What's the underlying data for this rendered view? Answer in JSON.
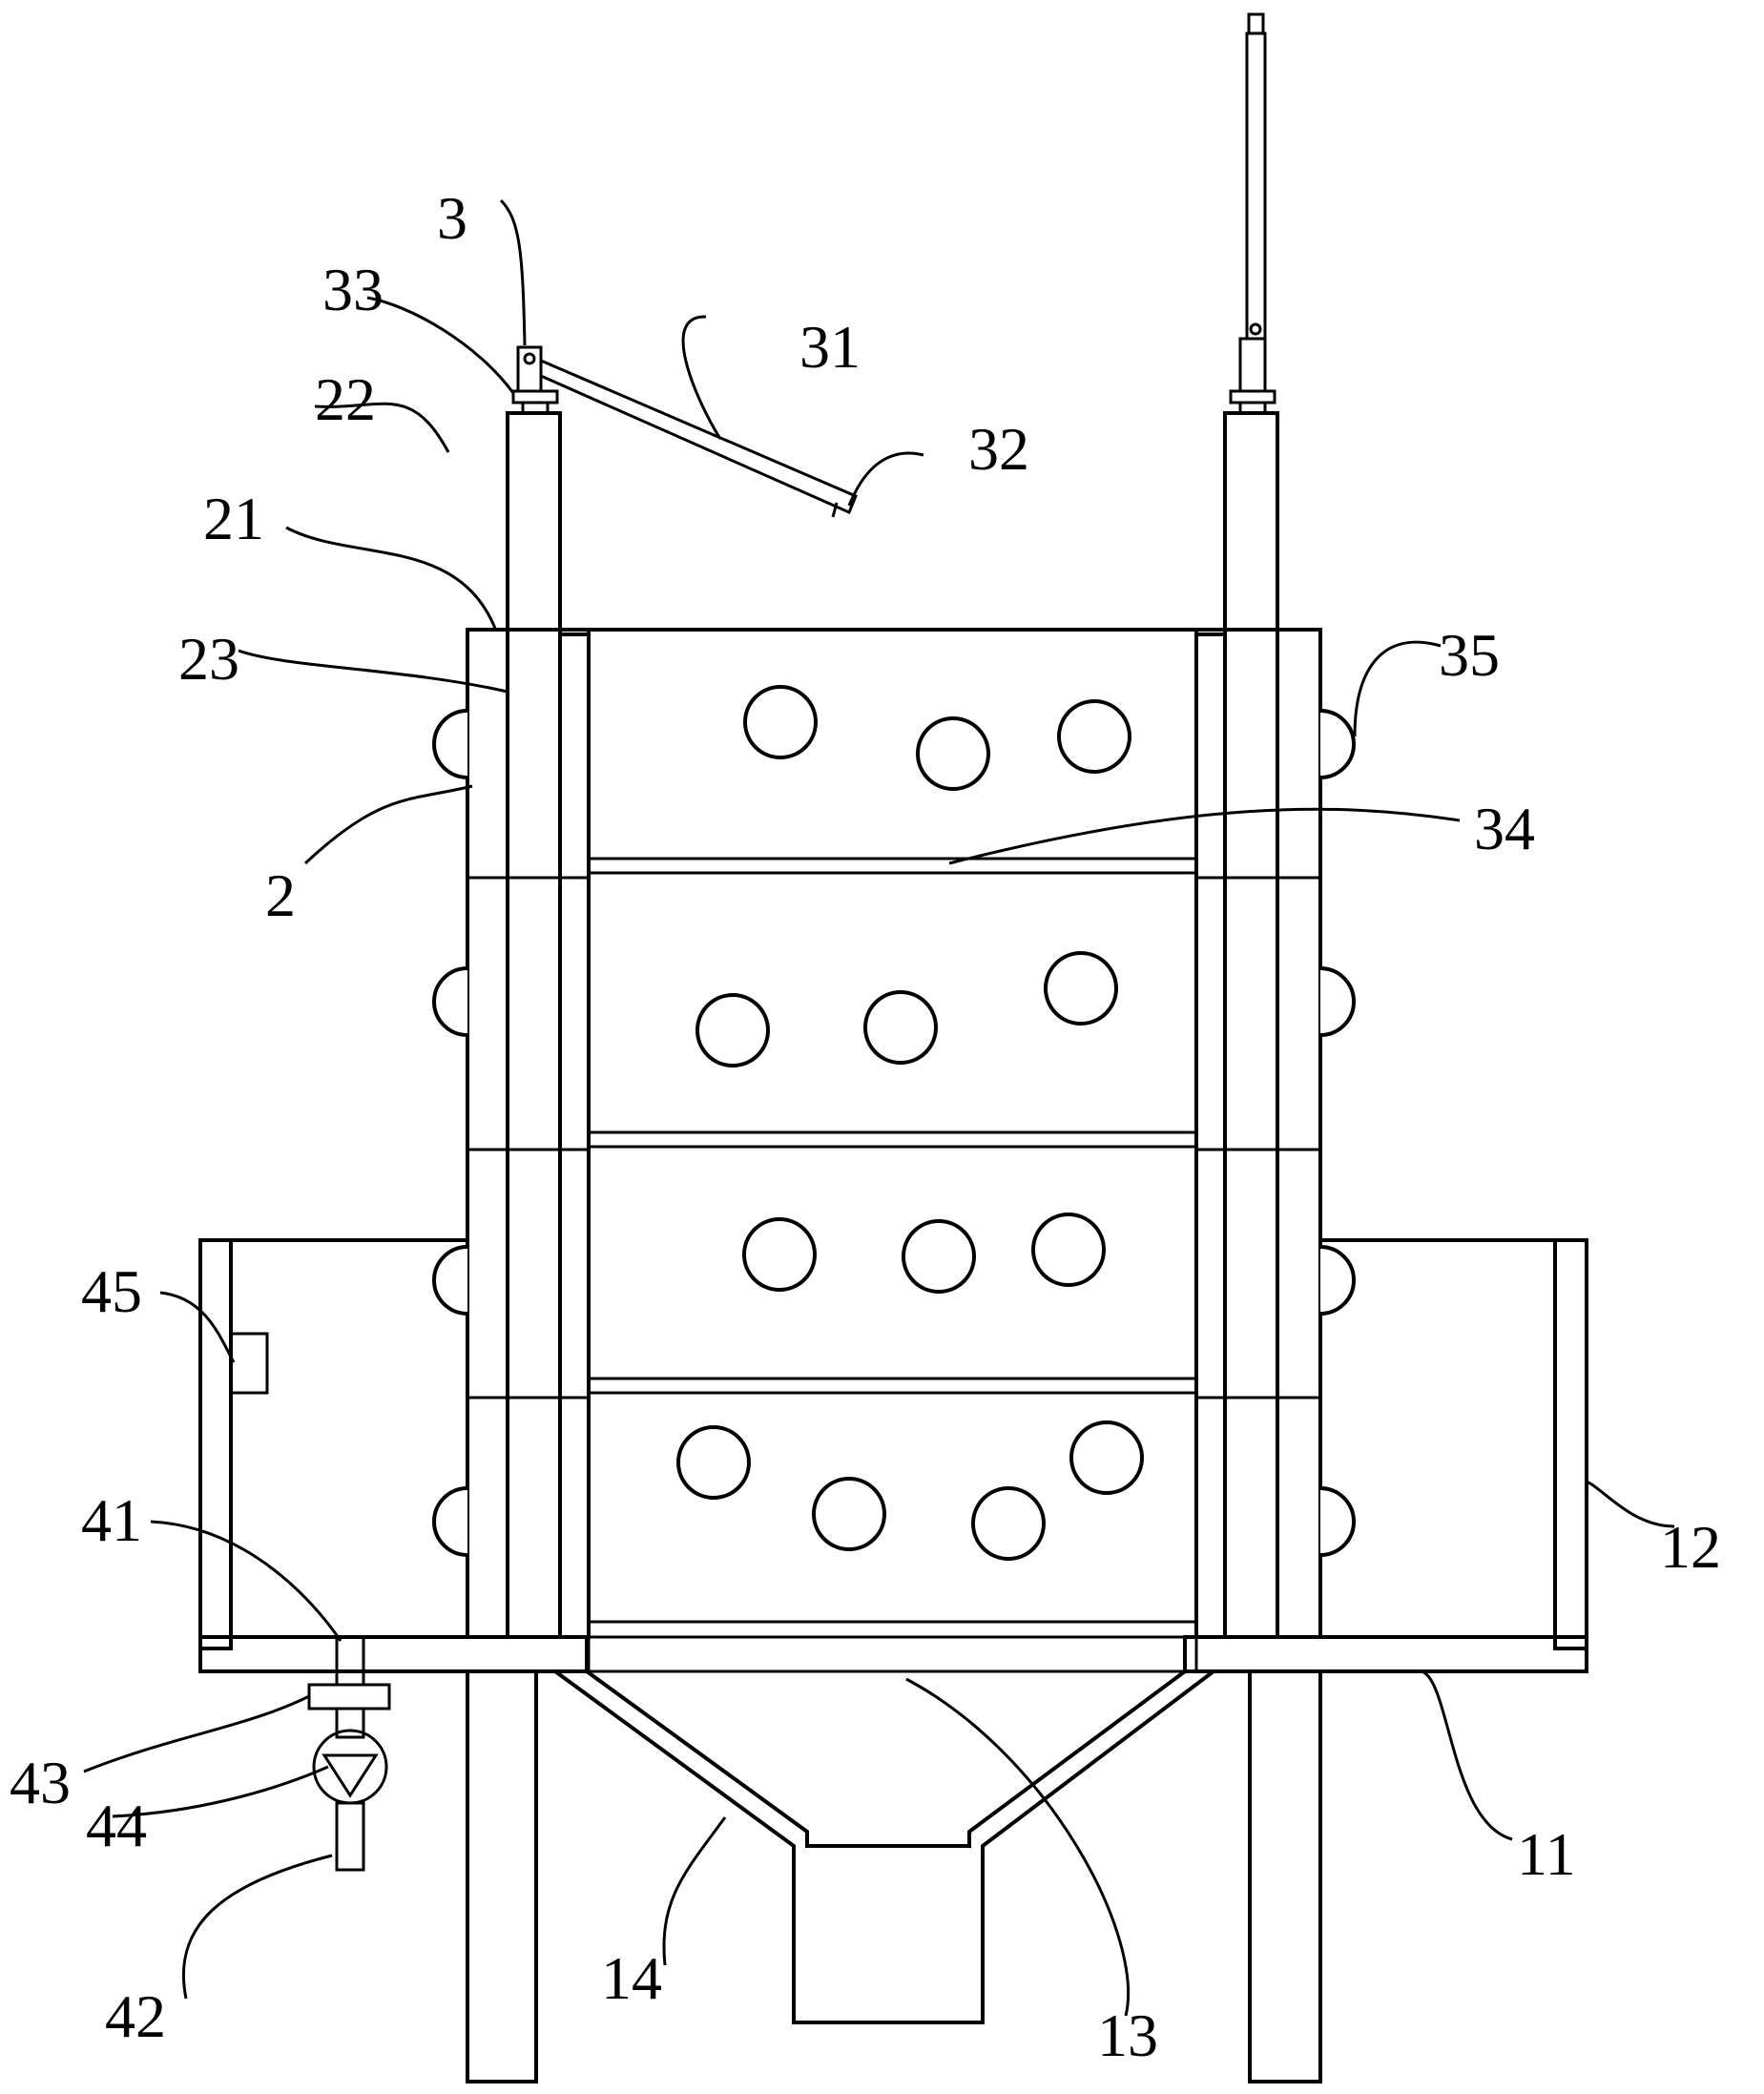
{
  "labels": {
    "l3": "3",
    "l33": "33",
    "l31": "31",
    "l22": "22",
    "l32": "32",
    "l21": "21",
    "l23": "23",
    "l35": "35",
    "l2": "2",
    "l34": "34",
    "l45": "45",
    "l41": "41",
    "l12": "12",
    "l43": "43",
    "l44": "44",
    "l11": "11",
    "l42": "42",
    "l14": "14",
    "l13": "13"
  },
  "colors": {
    "line": "#000000",
    "background": "#ffffff"
  }
}
